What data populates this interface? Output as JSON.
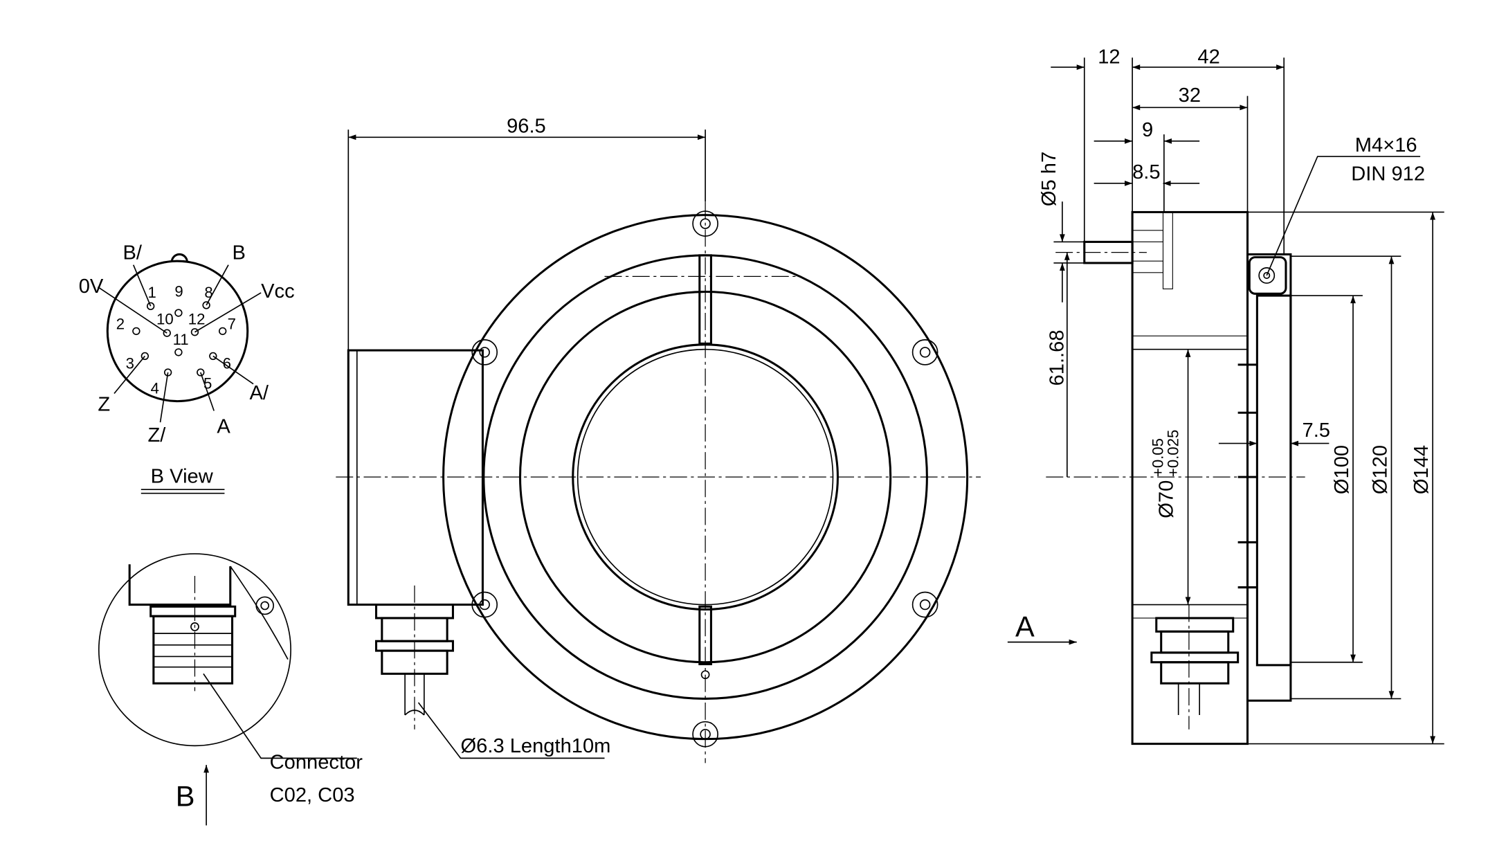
{
  "connector_view": {
    "title": "B View",
    "pins": [
      "1",
      "2",
      "3",
      "4",
      "5",
      "6",
      "7",
      "8",
      "9",
      "10",
      "11",
      "12"
    ],
    "signals": {
      "b_not": "B/",
      "b": "B",
      "zero_v": "0V",
      "vcc": "Vcc",
      "z": "Z",
      "z_not": "Z/",
      "a": "A",
      "a_not": "A/"
    }
  },
  "detail": {
    "label_line1": "Connector",
    "label_line2": "C02, C03",
    "view_arrow": "B"
  },
  "front_view": {
    "width_dim": "96.5",
    "cable_note": "Ø6.3 Length10m"
  },
  "side_view": {
    "dims": {
      "d12": "12",
      "d42": "42",
      "d32": "32",
      "d9": "9",
      "d8_5": "8.5",
      "shaft": "Ø5 h7",
      "height": "61..68",
      "bore": "Ø70",
      "bore_tol_upper": "+0.05",
      "bore_tol_lower": "+0.025",
      "d7_5": "7.5",
      "d100": "Ø100",
      "d120": "Ø120",
      "d144": "Ø144"
    },
    "screw_line1": "M4×16",
    "screw_line2": "DIN 912",
    "view_arrow": "A"
  }
}
